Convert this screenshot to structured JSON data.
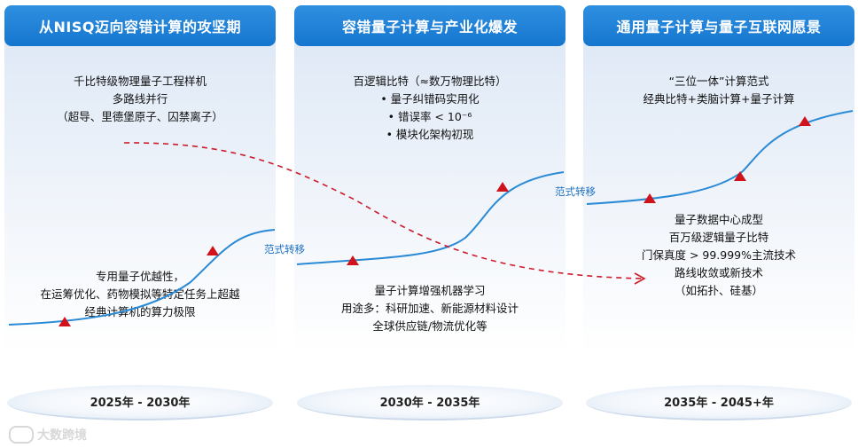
{
  "panels": [
    {
      "title": "从NISQ迈向容错计算的攻坚期",
      "upper_lines": [
        "千比特级物理量子工程样机",
        "多路线并行",
        "（超导、里德堡原子、囚禁离子）"
      ],
      "lower_lines": [
        "专用量子优越性，",
        "在运筹优化、药物模拟等特定任务上超越",
        "经典计算机的算力极限"
      ],
      "year": "2025年 - 2030年"
    },
    {
      "title": "容错量子计算与产业化爆发",
      "upper_lines": [
        "百逻辑比特（≈数万物理比特）",
        "• 量子纠错码实用化",
        "• 错误率 < 10⁻⁶",
        "• 模块化架构初现"
      ],
      "lower_lines": [
        "量子计算增强机器学习",
        "用途多：科研加速、新能源材料设计",
        "全球供应链/物流优化等"
      ],
      "year": "2030年 - 2035年"
    },
    {
      "title": "通用量子计算与量子互联网愿景",
      "upper_lines": [
        "“三位一体”计算范式",
        "经典比特+类脑计算+量子计算"
      ],
      "lower_lines": [
        "量子数据中心成型",
        "百万级逻辑量子比特",
        "门保真度 > 99.999%主流技术",
        "路线收敛或新技术",
        "（如拓扑、硅基）"
      ],
      "year": "2035年 - 2045+年"
    }
  ],
  "transition_labels": [
    "范式转移",
    "范式转移"
  ],
  "watermark": "大数跨境",
  "colors": {
    "header": "#1576cf",
    "curve": "#2a8ad6",
    "marker": "#d0121b",
    "dashed": "#cc1b2b",
    "transition_label": "#1d6fc1"
  }
}
